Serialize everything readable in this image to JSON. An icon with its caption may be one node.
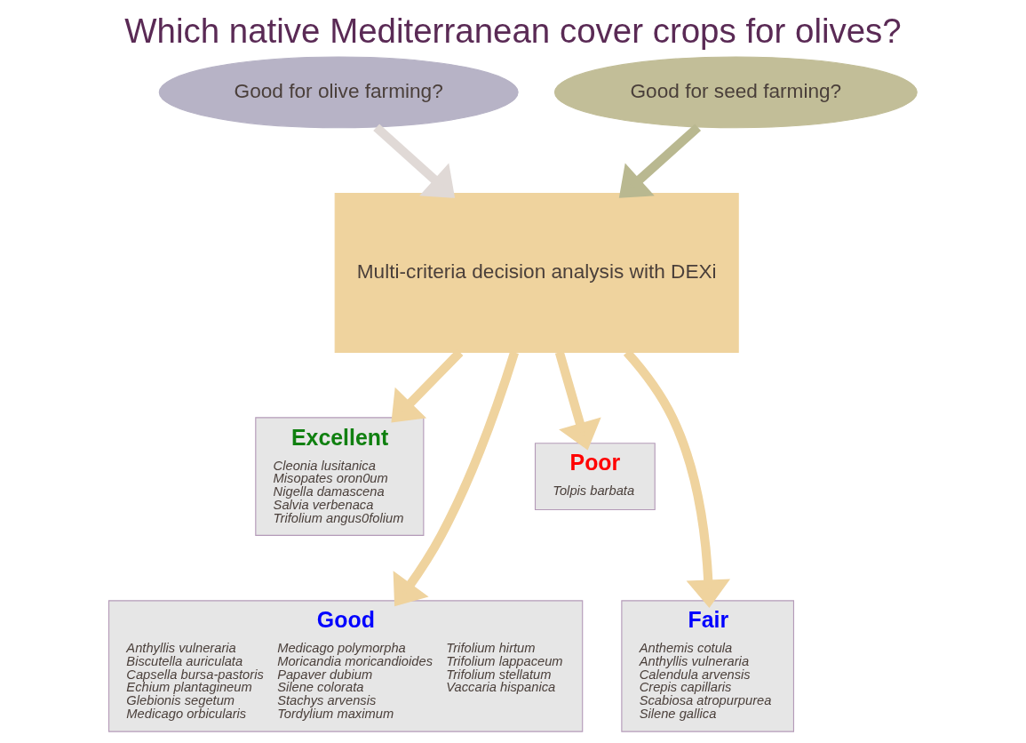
{
  "diagram": {
    "title": "Which native Mediterranean cover crops for olives?",
    "nodes": [
      {
        "text": [
          "Good for olive farming?"
        ]
      },
      {
        "text": [
          "Good for seed farming?"
        ]
      },
      {
        "text": [
          "Multi-criteria decision analysis with DEXi"
        ]
      },
      {
        "text": [
          "Excellent",
          "Cleonia lusitanica",
          "Misopates oron0um",
          "Nigella damascena",
          "Salvia verbenaca",
          "Trifolium angus0folium"
        ]
      },
      {
        "text": [
          "Poor",
          "Tolpis barbata"
        ]
      },
      {
        "text": [
          "Good",
          "Anthyllis vulneraria",
          "Biscutella auriculata",
          "Capsella bursa-pastoris",
          "Echium plantagineum",
          "Glebionis segetum",
          "Medicago orbicularis",
          "Medicago polymorpha",
          "Moricandia moricandioides",
          "Papaver dubium",
          "Silene colorata",
          "Stachys arvensis",
          "Tordylium maximum",
          "Trifolium hirtum",
          "Trifolium lappaceum",
          "Trifolium stellatum",
          "Vaccaria hispanica"
        ]
      },
      {
        "text": [
          "Fair",
          "Anthemis cotula",
          "Anthyllis vulneraria",
          "Calendula arvensis",
          "Crepis capillaris",
          "Scabiosa atropurpurea",
          "Silene gallica"
        ]
      }
    ],
    "edges": [
      {
        "from": 0,
        "to": 2,
        "arrow": "to",
        "color": "#e0d9d6"
      },
      {
        "from": 1,
        "to": 2,
        "arrow": "to",
        "color": "#b9b890"
      },
      {
        "from": 2,
        "to": 3,
        "arrow": "to"
      },
      {
        "from": 2,
        "to": 4,
        "arrow": "to"
      },
      {
        "from": 2,
        "to": 6,
        "arrow": "to"
      },
      {
        "from": 2,
        "to": 5,
        "arrow": "to"
      }
    ]
  }
}
